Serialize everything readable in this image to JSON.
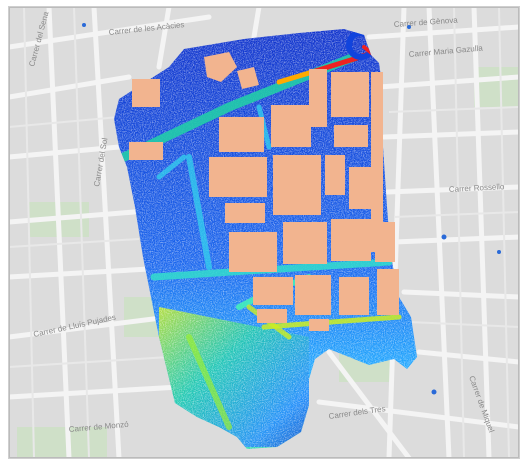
{
  "map": {
    "street_labels": [
      {
        "text": "Carrer de les Acàcies"
      },
      {
        "text": "Carrer de Gènova"
      },
      {
        "text": "Carrer del Sena"
      },
      {
        "text": "Carrer Maria Gazulla"
      },
      {
        "text": "Carrer de Lluís Pujades"
      },
      {
        "text": "Carrer Rossello"
      },
      {
        "text": "Carrer de Miquel"
      },
      {
        "text": "Carrer de Monzó"
      },
      {
        "text": "Carrer dels Tres"
      },
      {
        "text": "Carrer del Sol"
      }
    ],
    "colors": {
      "basemap": "#dcdcdc",
      "roads": "#f2f2f2",
      "parks": "#cfe0c8",
      "buildings": "#f2b48f",
      "heat_low": "#1133cc",
      "heat_mid": "#22aaff",
      "heat_high": "#ffee00",
      "heat_peak": "#ee2222"
    },
    "icons": [
      "map-pin-icon"
    ]
  }
}
